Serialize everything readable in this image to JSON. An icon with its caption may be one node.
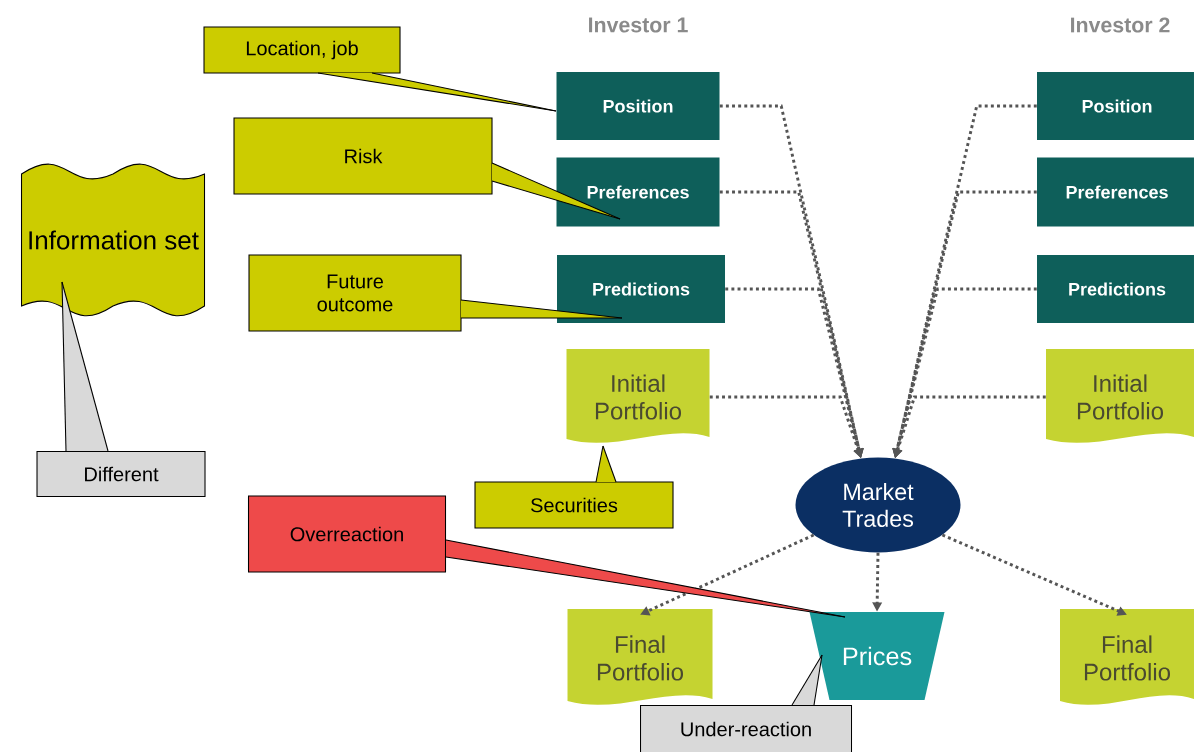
{
  "diagram": {
    "nodes": [
      {
        "text": [
          "Position"
        ]
      },
      {
        "text": [
          "Preferences"
        ]
      },
      {
        "text": [
          "Predictions"
        ]
      },
      {
        "text": [
          "Initial Portfolio"
        ]
      },
      {
        "text": [
          "Position"
        ]
      },
      {
        "text": [
          "Preferences"
        ]
      },
      {
        "text": [
          "Predictions"
        ]
      },
      {
        "text": [
          "Initial Portfolio"
        ]
      },
      {
        "text": [
          "Market Trades"
        ]
      },
      {
        "text": [
          "Final Portfolio"
        ]
      },
      {
        "text": [
          "Prices"
        ]
      },
      {
        "text": [
          "Final Portfolio"
        ]
      },
      {
        "text": [
          "Location, job"
        ]
      },
      {
        "text": [
          "Risk"
        ]
      },
      {
        "text": [
          "Future outcome"
        ]
      },
      {
        "text": [
          "Securities"
        ]
      },
      {
        "text": [
          "Information set"
        ]
      },
      {
        "text": [
          "Different"
        ]
      },
      {
        "text": [
          "Overreaction"
        ]
      },
      {
        "text": [
          "Under-reaction"
        ]
      }
    ],
    "edges": [
      {
        "from": 0,
        "to": 8,
        "arrow": "to",
        "style": "dashed"
      },
      {
        "from": 1,
        "to": 8,
        "arrow": "to",
        "style": "dashed"
      },
      {
        "from": 2,
        "to": 8,
        "arrow": "to",
        "style": "dashed"
      },
      {
        "from": 3,
        "to": 8,
        "arrow": "to",
        "style": "dashed"
      },
      {
        "from": 4,
        "to": 8,
        "arrow": "to",
        "style": "dashed"
      },
      {
        "from": 5,
        "to": 8,
        "arrow": "to",
        "style": "dashed"
      },
      {
        "from": 6,
        "to": 8,
        "arrow": "to",
        "style": "dashed"
      },
      {
        "from": 7,
        "to": 8,
        "arrow": "to",
        "style": "dashed"
      },
      {
        "from": 8,
        "to": 9,
        "arrow": "to",
        "style": "dashed"
      },
      {
        "from": 8,
        "to": 10,
        "arrow": "to",
        "style": "dashed"
      },
      {
        "from": 8,
        "to": 11,
        "arrow": "to",
        "style": "dashed"
      },
      {
        "from": 12,
        "to": 0,
        "arrow": "none"
      },
      {
        "from": 13,
        "to": 1,
        "arrow": "none"
      },
      {
        "from": 14,
        "to": 2,
        "arrow": "none"
      },
      {
        "from": 15,
        "to": 3,
        "arrow": "none"
      },
      {
        "from": 17,
        "to": 16,
        "arrow": "none"
      },
      {
        "from": 18,
        "to": 10,
        "arrow": "none"
      },
      {
        "from": 19,
        "to": 10,
        "arrow": "none"
      }
    ],
    "labels": [
      "Investor 1",
      "Investor 2"
    ]
  }
}
